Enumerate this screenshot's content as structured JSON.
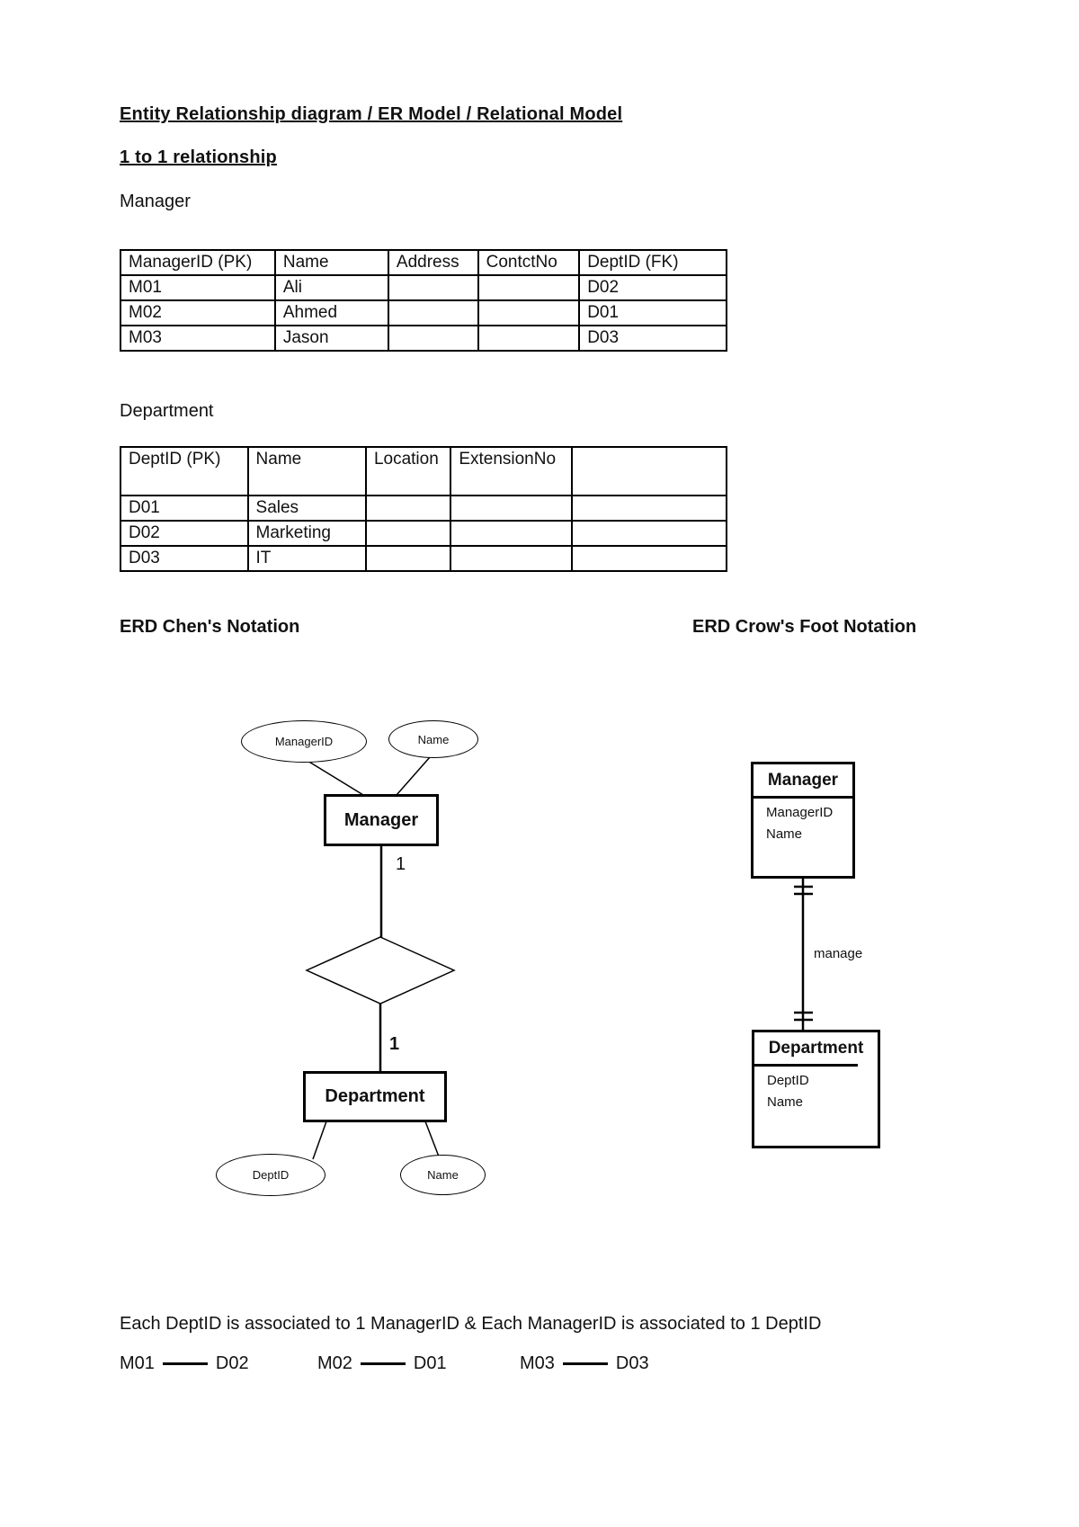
{
  "page": {
    "title": "Entity Relationship diagram / ER Model / Relational Model",
    "subtitle": "1 to 1 relationship"
  },
  "manager_section": {
    "label": "Manager",
    "table": {
      "headers": [
        "ManagerID (PK)",
        "Name",
        "Address",
        "ContctNo",
        "DeptID (FK)"
      ],
      "rows": [
        [
          "M01",
          "Ali",
          "",
          "",
          "D02"
        ],
        [
          "M02",
          "Ahmed",
          "",
          "",
          "D01"
        ],
        [
          "M03",
          "Jason",
          "",
          "",
          "D03"
        ]
      ]
    }
  },
  "department_section": {
    "label": "Department",
    "table": {
      "headers": [
        "DeptID (PK)",
        "Name",
        "Location",
        "ExtensionNo",
        ""
      ],
      "rows": [
        [
          "D01",
          "Sales",
          "",
          "",
          ""
        ],
        [
          "D02",
          "Marketing",
          "",
          "",
          ""
        ],
        [
          "D03",
          "IT",
          "",
          "",
          ""
        ]
      ]
    }
  },
  "chen": {
    "heading": "ERD Chen's Notation",
    "entity1": "Manager",
    "entity1_attributes": [
      "ManagerID",
      "Name"
    ],
    "cardinality_top": "1",
    "cardinality_bottom": "1",
    "entity2": "Department",
    "entity2_attributes": [
      "DeptID",
      "Name"
    ]
  },
  "crowsfoot": {
    "heading": "ERD Crow's Foot Notation",
    "entity1": {
      "title": "Manager",
      "attributes": [
        "ManagerID",
        "Name"
      ]
    },
    "relationship_label": "manage",
    "entity2": {
      "title": "Department",
      "attributes": [
        "DeptID",
        "Name"
      ]
    }
  },
  "footer": {
    "note": "Each DeptID is associated to 1 ManagerID & Each ManagerID is associated to 1 DeptID",
    "pairs": [
      {
        "left": "M01",
        "right": "D02"
      },
      {
        "left": "M02",
        "right": "D01"
      },
      {
        "left": "M03",
        "right": "D03"
      }
    ]
  }
}
